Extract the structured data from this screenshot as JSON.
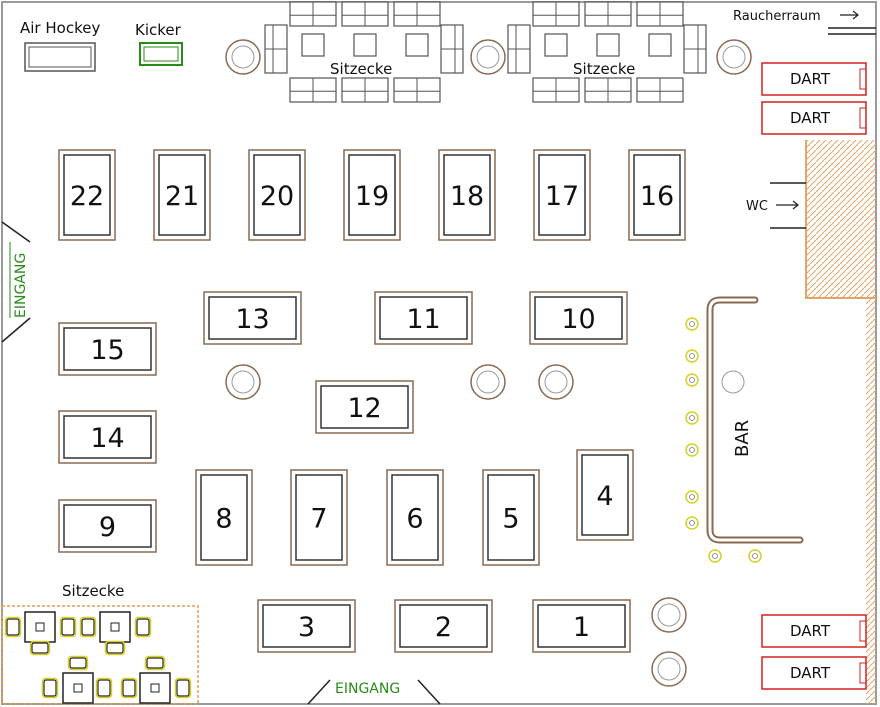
{
  "labels": {
    "air_hockey": "Air Hockey",
    "kicker": "Kicker",
    "sitzecke": "Sitzecke",
    "raucherraum": "Raucherraum",
    "wc": "WC",
    "bar": "BAR",
    "eingang": "EINGANG",
    "dart": "DART"
  },
  "tables": [
    "1",
    "2",
    "3",
    "4",
    "5",
    "6",
    "7",
    "8",
    "9",
    "10",
    "11",
    "12",
    "13",
    "14",
    "15",
    "16",
    "17",
    "18",
    "19",
    "20",
    "21",
    "22"
  ],
  "colors": {
    "wall": "#9a9a9a",
    "furniture": "#8a6a52",
    "dart": "#d42020",
    "green": "#2a8a1a",
    "yellow": "#d8d020",
    "orange": "#e0a050"
  }
}
